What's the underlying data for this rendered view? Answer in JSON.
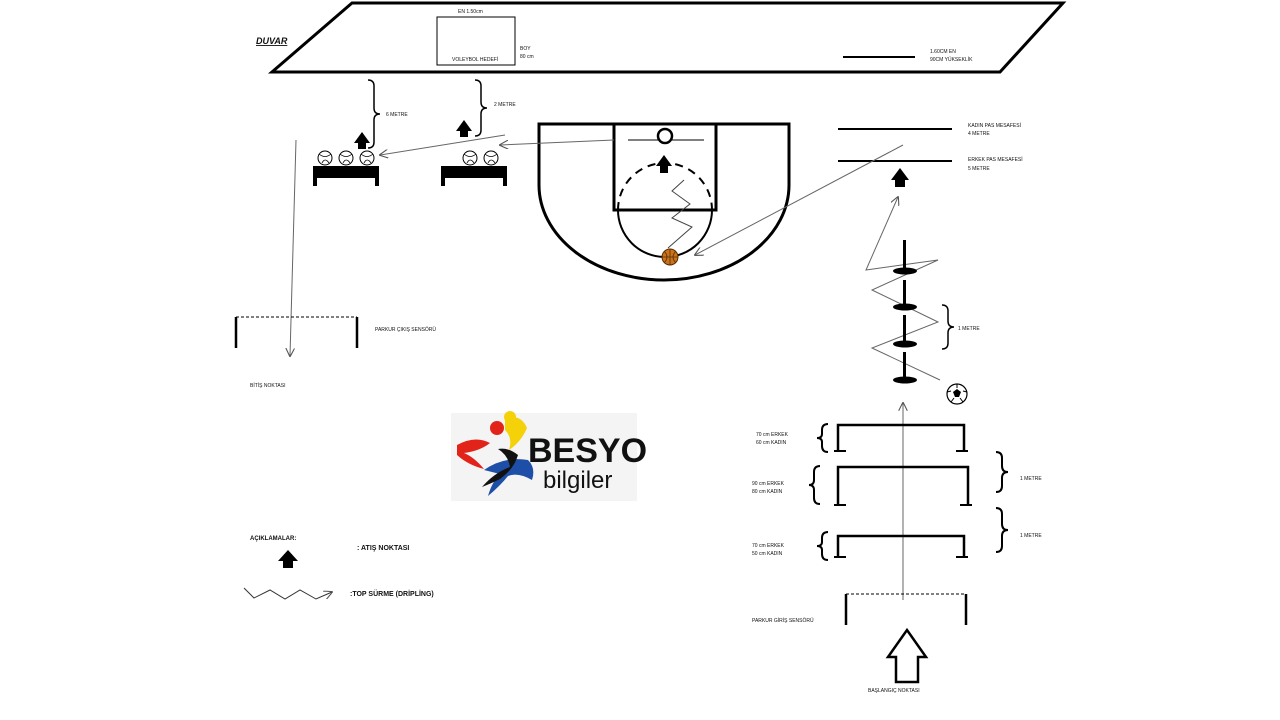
{
  "wall": {
    "label": "DUVAR",
    "target_width": "EN 1.50cm",
    "target_name": "VOLEYBOL HEDEFİ",
    "target_height_1": "BOY",
    "target_height_2": "80 cm",
    "height_line_1": "1.60CM EN",
    "height_line_2": "90CM YÜKSEKLİK"
  },
  "distances": {
    "six_meter": "6 METRE",
    "two_meter": "2 METRE"
  },
  "pass_lines": {
    "women_1": "KADIN PAS MESAFESİ",
    "women_2": "4 METRE",
    "men_1": "ERKEK PAS MESAFESİ",
    "men_2": "5 METRE"
  },
  "slalom": {
    "spacing": "1 METRE"
  },
  "hurdles": {
    "h1_men": "70 cm ERKEK",
    "h1_women": "60 cm KADIN",
    "h2_men": "90 cm ERKEK",
    "h2_women": "80 cm KADIN",
    "h3_men": "70 cm ERKEK",
    "h3_women": "50 cm KADIN",
    "gap_1": "1 METRE",
    "gap_2": "1 METRE"
  },
  "sensors": {
    "exit": "PARKUR ÇIKIŞ SENSÖRÜ",
    "entry": "PARKUR GİRİŞ SENSÖRÜ"
  },
  "points": {
    "finish": "BİTİŞ NOKTASI",
    "start": "BAŞLANGIÇ NOKTASI"
  },
  "legend": {
    "title": "AÇIKLAMALAR:",
    "shot_point": ": ATIŞ NOKTASI",
    "dribble": ":TOP SÜRME (DRİPLİNG)"
  },
  "logo": {
    "line1": "BESYO",
    "line2": "bilgiler",
    "colors": {
      "red": "#e2231a",
      "yellow": "#f5d10a",
      "blue": "#1d4fa8",
      "black": "#111111"
    }
  }
}
